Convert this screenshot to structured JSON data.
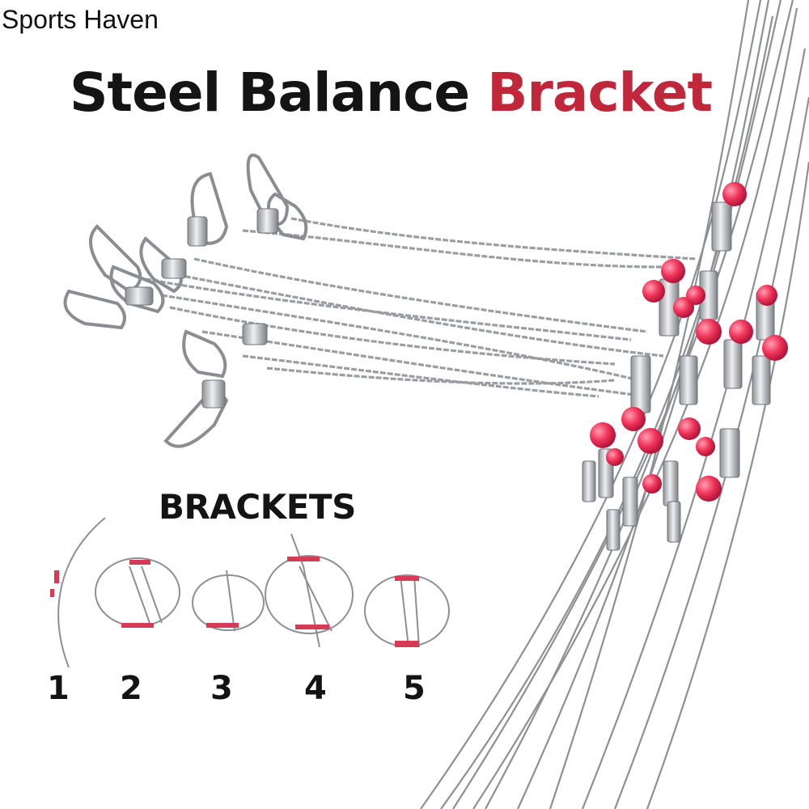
{
  "brand": "Sports Haven",
  "title": {
    "main": "Steel Balance",
    "accent": "Bracket"
  },
  "section_label": "BRACKETS",
  "bracket_numbers": [
    "1",
    "2",
    "3",
    "4",
    "5"
  ],
  "colors": {
    "accent": "#c0273a",
    "text": "#141414",
    "bead": "#f0345a",
    "wire": "#8d9094"
  },
  "icons": [
    "snap-swivel-icon",
    "twisted-wire-icon",
    "red-bead-icon",
    "spring-sleeve-icon"
  ]
}
